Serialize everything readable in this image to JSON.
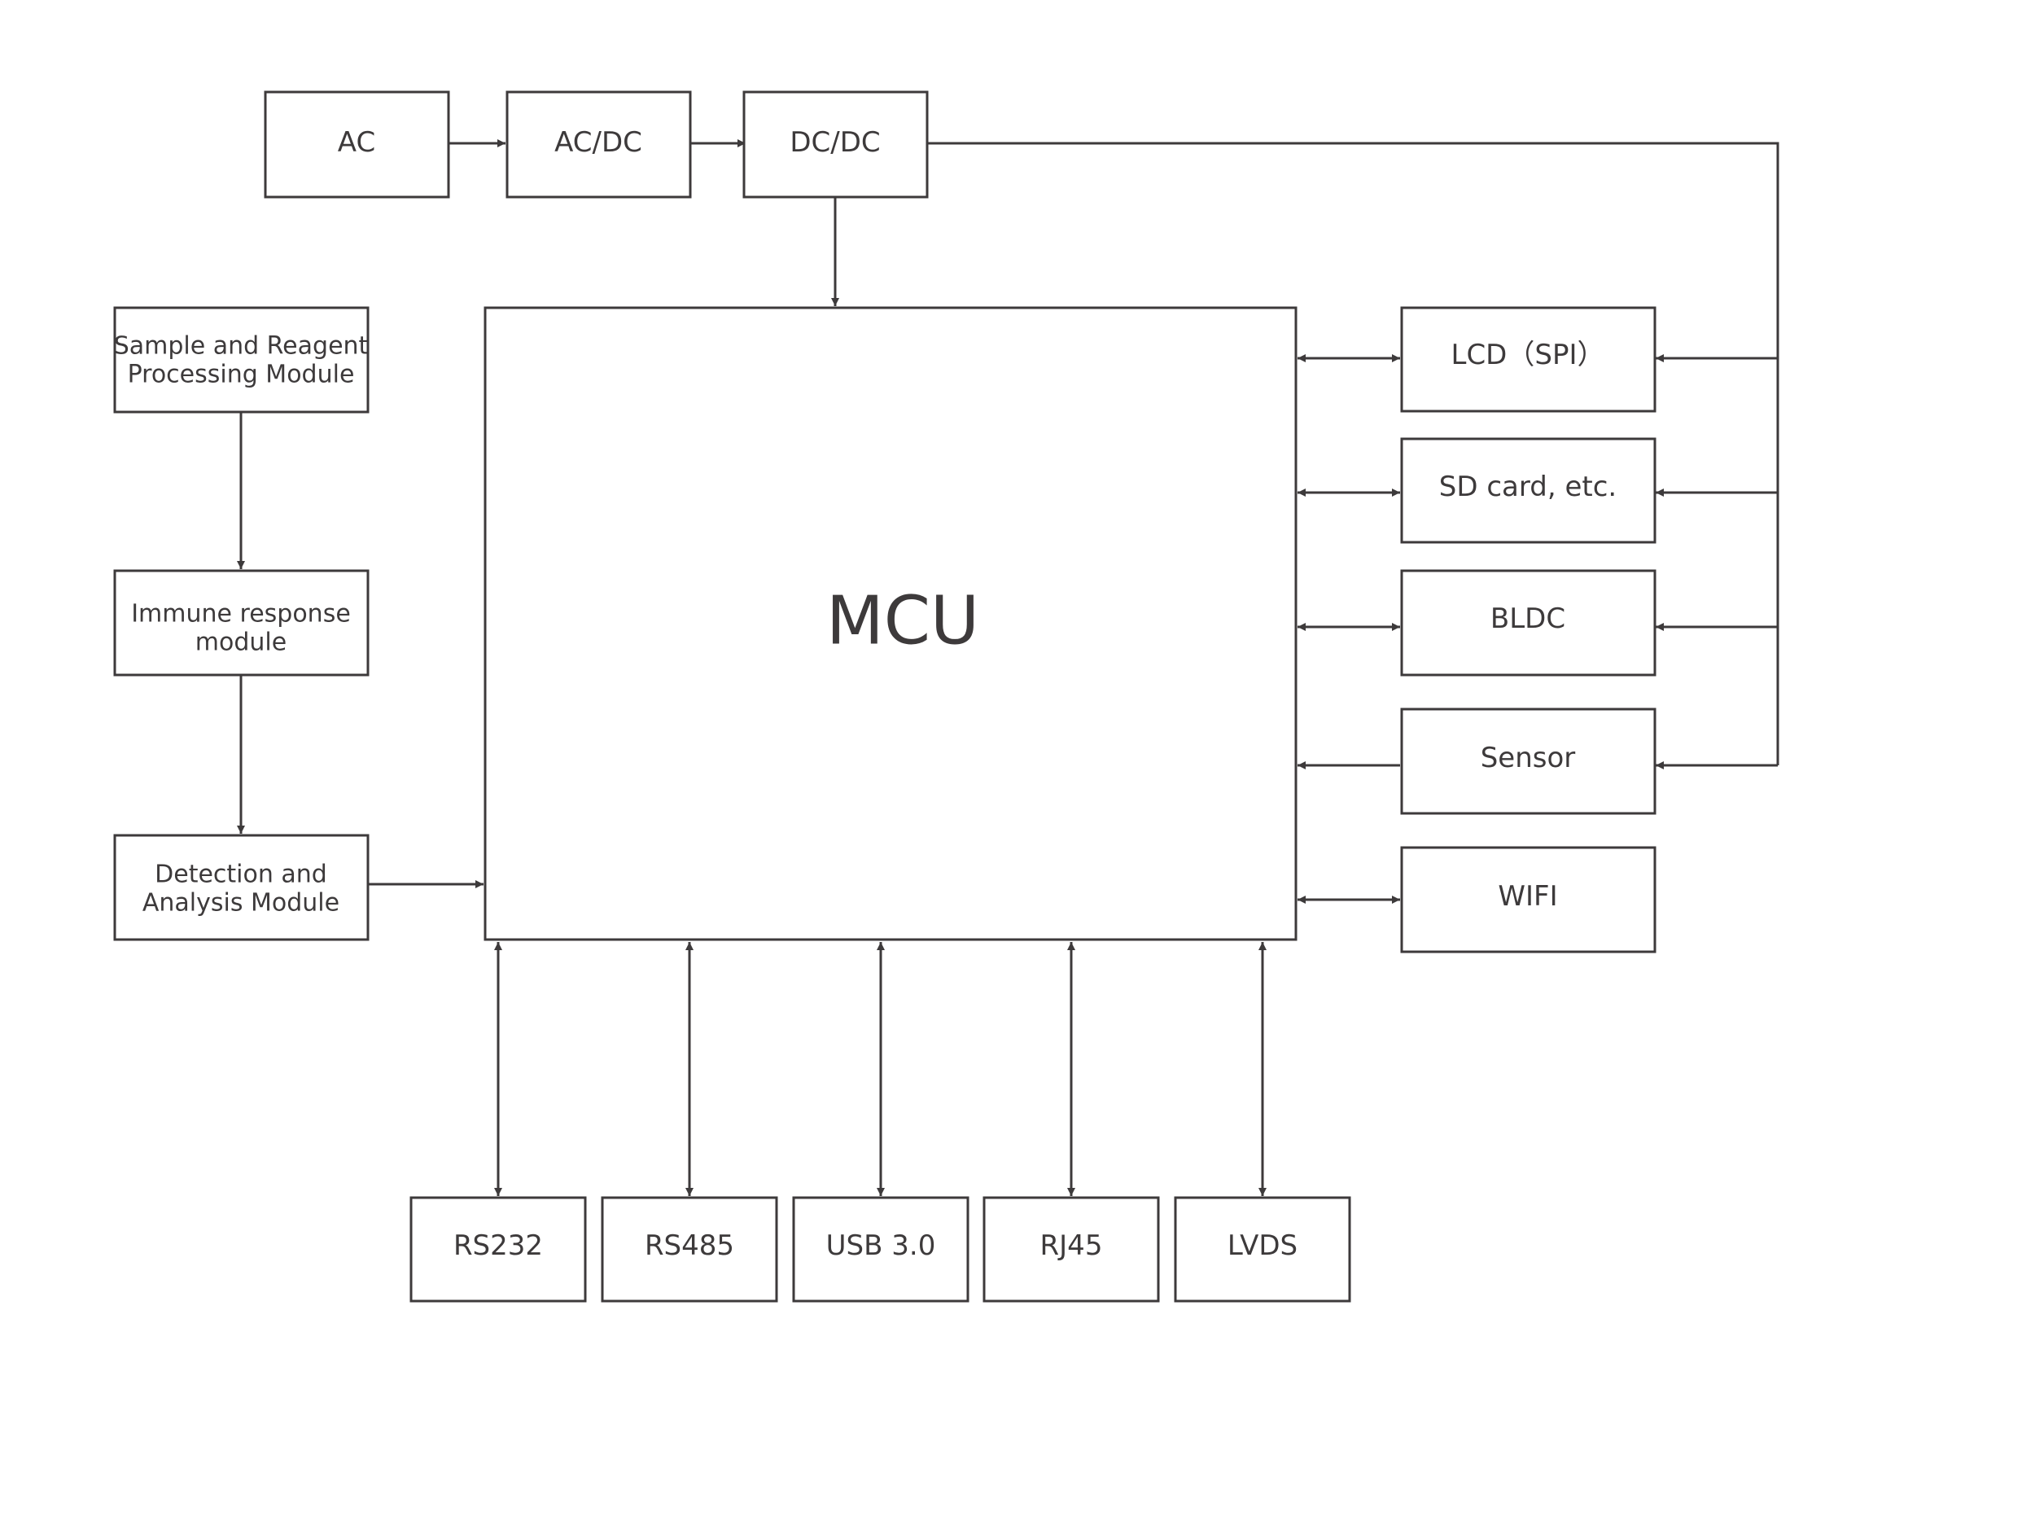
{
  "colors": {
    "stroke": "#3d3a3b",
    "background": "#ffffff",
    "text": "#3d3a3b"
  },
  "power": {
    "ac": "AC",
    "acdc": "AC/DC",
    "dcdc": "DC/DC"
  },
  "processing": {
    "sample_line1": "Sample and Reagent",
    "sample_line2": "Processing Module",
    "immune_line1": "Immune response",
    "immune_line2": "module",
    "detection_line1": "Detection and",
    "detection_line2": "Analysis Module"
  },
  "mcu": {
    "label": "MCU"
  },
  "peripherals": {
    "lcd": "LCD（SPI）",
    "sdcard": "SD card, etc.",
    "bldc": "BLDC",
    "sensor": "Sensor",
    "wifi": "WIFI"
  },
  "interfaces": {
    "rs232": "RS232",
    "rs485": "RS485",
    "usb": "USB 3.0",
    "rj45": "RJ45",
    "lvds": "LVDS"
  }
}
